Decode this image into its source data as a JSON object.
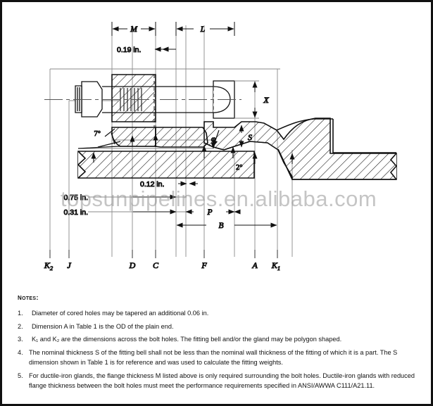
{
  "watermark": "topsunpipelines.en.alibaba.com",
  "drawing": {
    "type": "mechanical-joint-fitting-cross-section",
    "dimension_labels": {
      "M": "M",
      "L": "L",
      "X": "X",
      "S": "S",
      "P": "P",
      "B": "B",
      "phi": "φ",
      "angle_7": "7°",
      "angle_2": "2°"
    },
    "linear_callouts": {
      "flange_clearance": "0.19 in.",
      "gland_step": "0.12 in.",
      "upper_offset": "0.75 in.",
      "lower_offset": "0.31 in."
    },
    "baseline_labels": [
      {
        "key": "K2",
        "text": "K",
        "sub": "2"
      },
      {
        "key": "J",
        "text": "J",
        "sub": ""
      },
      {
        "key": "D",
        "text": "D",
        "sub": ""
      },
      {
        "key": "C",
        "text": "C",
        "sub": ""
      },
      {
        "key": "F",
        "text": "F",
        "sub": ""
      },
      {
        "key": "A",
        "text": "A",
        "sub": ""
      },
      {
        "key": "K1",
        "text": "K",
        "sub": "1"
      }
    ]
  },
  "notes": {
    "title": "Notes:",
    "items": [
      {
        "num": "1.",
        "text": "Diameter of cored holes may be tapered an additional 0.06 in."
      },
      {
        "num": "2.",
        "text": "Dimension A in Table 1 is the OD of the plain end."
      },
      {
        "num": "3.",
        "text": "K₁ and K₂ are the dimensions across the bolt holes. The fitting bell and/or the gland may be polygon shaped."
      },
      {
        "num": "4.",
        "text": "The nominal thickness S of the fitting bell shall not be less than the nominal wall thickness of the fitting of which it is a part. The S dimension shown in Table 1 is for reference and was used to calculate the fitting weights."
      },
      {
        "num": "5.",
        "text": "For ductile-iron glands, the flange thickness M listed above is only required surrounding the bolt holes. Ductile-iron glands with reduced flange thickness between the bolt holes must meet the performance requirements specified in ANSI/AWWA C111/A21.11."
      }
    ]
  }
}
